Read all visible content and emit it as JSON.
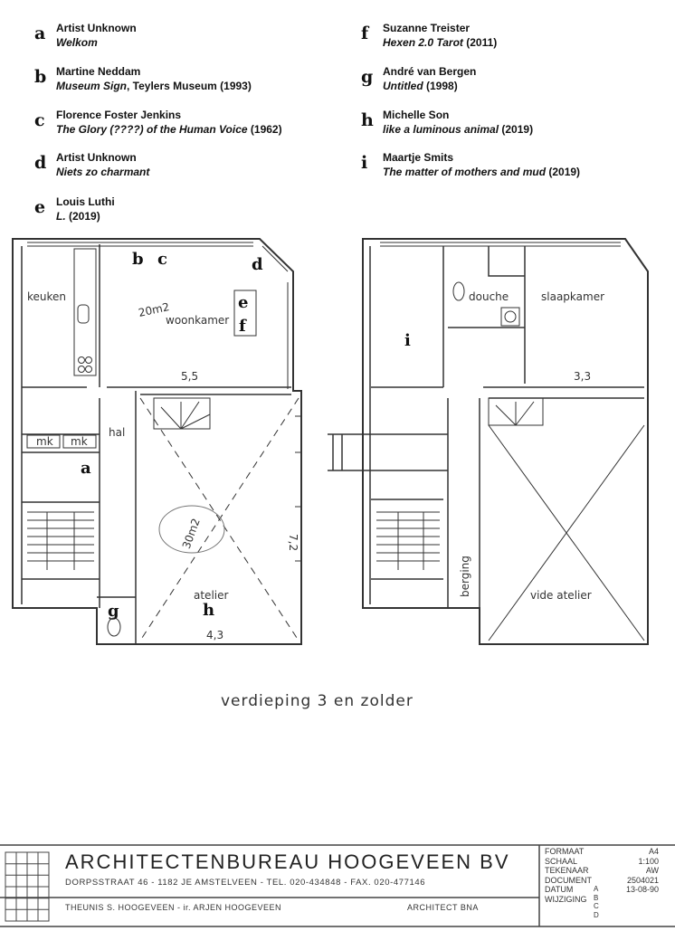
{
  "legend": [
    {
      "letter": "a",
      "artist": "Artist Unknown",
      "title": "Welkom",
      "year": ""
    },
    {
      "letter": "b",
      "artist": "Martine Neddam",
      "title": "Museum Sign",
      "year": ", Teylers Museum (1993)"
    },
    {
      "letter": "c",
      "artist": "Florence Foster Jenkins",
      "title": "The Glory (????) of the Human Voice",
      "year": " (1962)"
    },
    {
      "letter": "d",
      "artist": "Artist Unknown",
      "title": "Niets zo charmant",
      "year": ""
    },
    {
      "letter": "e",
      "artist": "Louis Luthi",
      "title": "L.",
      "year": " (2019)"
    },
    {
      "letter": "f",
      "artist": "Suzanne Treister",
      "title": "Hexen 2.0 Tarot",
      "year": " (2011)"
    },
    {
      "letter": "g",
      "artist": "André van Bergen",
      "title": "Untitled",
      "year": " (1998)"
    },
    {
      "letter": "h",
      "artist": "Michelle Son",
      "title": "like a luminous animal",
      "year": " (2019)"
    },
    {
      "letter": "i",
      "artist": "Maartje Smits",
      "title": "The matter of mothers and mud",
      "year": " (2019)"
    }
  ],
  "plan": {
    "rooms": {
      "keuken": "keuken",
      "woonkamer": "woonkamer",
      "hal": "hal",
      "atelier": "atelier",
      "douche": "douche",
      "slaapkamer": "slaapkamer",
      "berging": "berging",
      "vide_atelier": "vide atelier",
      "mk": "mk"
    },
    "dims": {
      "woon_width": "5,5",
      "atelier_width": "4,3",
      "atelier_depth": "7,2",
      "slaap_width": "3,3"
    },
    "notes": {
      "woon_area": "20m2",
      "atelier_area": "30m2"
    },
    "markers": {
      "a": "a",
      "b": "b",
      "c": "c",
      "d": "d",
      "e": "e",
      "f": "f",
      "g": "g",
      "h": "h",
      "i": "i"
    },
    "caption": "verdieping 3 en zolder"
  },
  "title_block": {
    "firm": "ARCHITECTENBUREAU HOOGEVEEN BV",
    "address": "DORPSSTRAAT 46 - 1182 JE AMSTELVEEN - TEL. 020-434848 - FAX. 020-477146",
    "people": "THEUNIS S. HOOGEVEEN - ir. ARJEN HOOGEVEEN",
    "architect": "ARCHITECT BNA",
    "specs": [
      {
        "label": "FORMAAT",
        "value": "A4"
      },
      {
        "label": "SCHAAL",
        "value": "1:100"
      },
      {
        "label": "TEKENAAR",
        "value": "AW"
      },
      {
        "label": "DOCUMENT",
        "value": "2504021"
      },
      {
        "label": "DATUM",
        "value": "13-08-90"
      },
      {
        "label": "WIJZIGING",
        "value": ""
      }
    ],
    "revisions": [
      "A",
      "B",
      "C",
      "D"
    ]
  }
}
